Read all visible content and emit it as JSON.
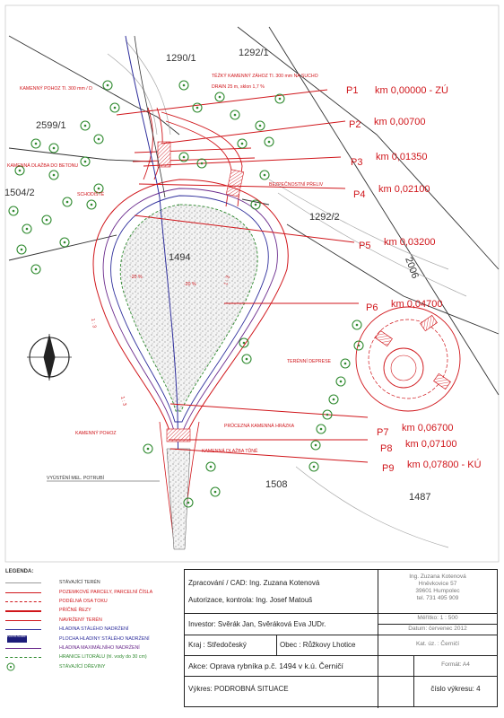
{
  "parcels": {
    "p1290": "1290/1",
    "p1292_1": "1292/1",
    "p2599": "2599/1",
    "p1504": "1504/2",
    "p1292_2": "1292/2",
    "p2006": "2006",
    "p1494": "1494",
    "p1508": "1508",
    "p1487": "1487"
  },
  "annotations": {
    "kamenny_pohoz_top": "KAMENNÝ POHOZ Tl. 300 mm / D",
    "tezky_kamenny_zahoz": "TĚŽKÝ KAMENNÝ ZÁHOZ Tl. 300 mm NA SUCHO",
    "drain": "DRAIN 25 m, sklon 1,7 %",
    "kamenna_dlazba": "KAMENNÁ DLAŽBA DO BETONU",
    "schodiste": "SCHODIŠTĚ",
    "bezpecnostni_prelivy": "BEZPEČNOSTNÍ PŘELIV",
    "terenni_deprese": "TERÉNNÍ DEPRESE",
    "kamenny_pohoz_bottom": "KAMENNÝ POHOZ",
    "prurezna_hrazka": "PRŮCEZNÁ KAMENNÁ HRÁZKA",
    "kamenna_dlazba_tun": "KAMENNÁ DLAŽBA TŮNĚ",
    "vyusteni": "VYÚSTĚNÍ MEL. POTRUBÍ",
    "slope": "1 : 3",
    "slope_pct": "-20 %"
  },
  "profiles": [
    {
      "id": "P1",
      "km": "km 0,00000 - ZÚ"
    },
    {
      "id": "P2",
      "km": "km 0,00700"
    },
    {
      "id": "P3",
      "km": "km 0,01350"
    },
    {
      "id": "P4",
      "km": "km 0,02100"
    },
    {
      "id": "P5",
      "km": "km 0,03200"
    },
    {
      "id": "P6",
      "km": "km 0,04700"
    },
    {
      "id": "P7",
      "km": "km 0,06700"
    },
    {
      "id": "P8",
      "km": "km 0,07100"
    },
    {
      "id": "P9",
      "km": "km 0,07800 - KÚ"
    }
  ],
  "legend": {
    "title": "LEGENDA:",
    "items": [
      {
        "label": "STÁVAJÍCÍ TERÉN",
        "color": "#9a9a9a"
      },
      {
        "label": "POZEMKOVÉ PARCELY, PARCELNÍ ČÍSLA",
        "color": "#d0161b"
      },
      {
        "label": "PODÉLNÁ OSA TOKU",
        "color": "#d0161b"
      },
      {
        "label": "PŘÍČNÉ ŘEZY",
        "color": "#d0161b"
      },
      {
        "label": "NAVRŽENÝ TERÉN",
        "color": "#d0161b"
      },
      {
        "label": "HLADINA STÁLÉHO NADRŽENÍ",
        "color": "#2f2f9c"
      },
      {
        "label": "PLOCHA HLADINY STÁLÉHO NADRŽENÍ",
        "color": "#1c1c7a"
      },
      {
        "label": "HLADINA MAXIMÁLNÍHO NADRŽENÍ",
        "color": "#6a2a8c"
      },
      {
        "label": "HRANICE LITORÁLU (hl. vody do 30 cm)",
        "color": "#2f8a2f"
      },
      {
        "label": "STÁVAJÍCÍ DŘEVINY",
        "color": "#2f8a2f"
      }
    ],
    "pattern_caption": "PLOCHA HLADINY"
  },
  "title_block": {
    "zpracovani": "Zpracování / CAD: Ing. Zuzana Kotenová",
    "autorizace": "Autorizace, kontrola: Ing. Josef Matouš",
    "address": [
      "Ing. Zuzana Kotenová",
      "Hněvkovice 57",
      "39601 Humpolec",
      "tel. 731 495 909"
    ],
    "investor": "Investor: Svěrák Jan, Svěráková Eva JUDr.",
    "meritko": "Měřítko: 1 : 500",
    "datum": "Datum: červenec 2012",
    "kraj": "Kraj : Středočeský",
    "obec": "Obec : Růžkovy Lhotice",
    "katuz": "Kat. úz. : Černičí",
    "akce": "Akce: Oprava rybníka p.č. 1494 v k.ú. Černičí",
    "format": "Formát: A4",
    "vykres": "Výkres: PODROBNÁ SITUACE",
    "cislo": "číslo výkresu: 4"
  }
}
